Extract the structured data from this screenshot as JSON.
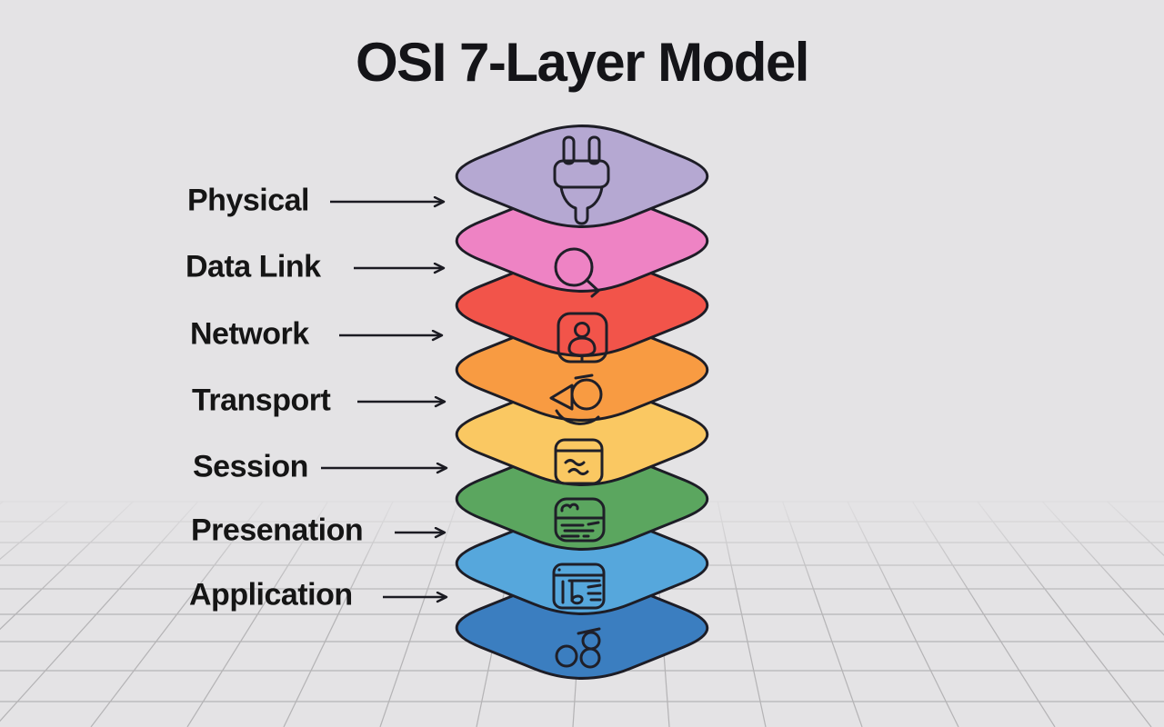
{
  "title": "OSI 7-Layer Model",
  "layers": [
    {
      "label": "Physical",
      "color": "#b5a8d2",
      "icon": "power-plug-icon"
    },
    {
      "label": "Data Link",
      "color": "#ee83c4",
      "icon": "magnifier-icon"
    },
    {
      "label": "Network",
      "color": "#f2544a",
      "icon": "user-card-icon"
    },
    {
      "label": "Transport",
      "color": "#f89b42",
      "icon": "dial-pointer-icon"
    },
    {
      "label": "Session",
      "color": "#fac862",
      "icon": "window-waves-icon"
    },
    {
      "label": "Presenation",
      "color": "#5ba65f",
      "icon": "card-lines-icon"
    },
    {
      "label": "Application",
      "color": "#56a7dc",
      "icon": "browser-page-icon"
    },
    {
      "label": "",
      "color": "#3b7ec0",
      "icon": "nodes-icon"
    }
  ],
  "colors": {
    "background": "#e4e3e5",
    "outline": "#1d1d26",
    "label_text": "#151515",
    "grid_line": "#b0afb1"
  }
}
